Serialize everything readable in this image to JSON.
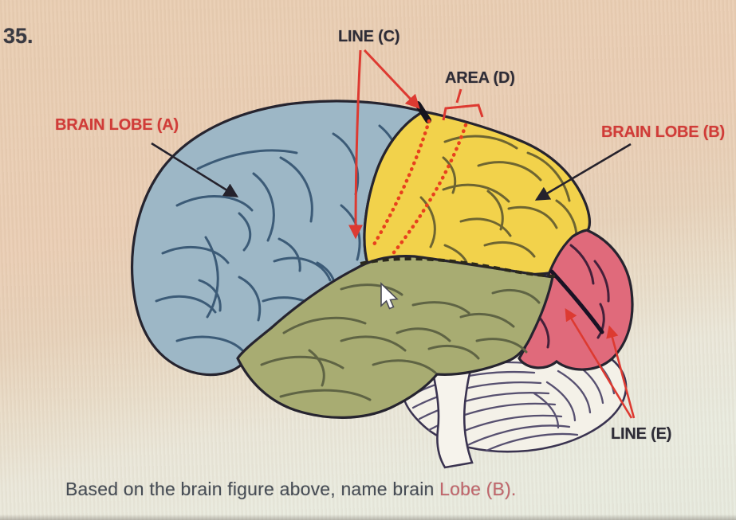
{
  "question": {
    "number": "35.",
    "text_prefix": "Based on the brain figure above, name brain ",
    "text_highlight": "Lobe (B)."
  },
  "figure": {
    "labels": {
      "line_c": "LINE (C)",
      "area_d": "AREA (D)",
      "brain_lobe_a": "BRAIN LOBE (A)",
      "brain_lobe_b": "BRAIN LOBE (B)",
      "line_e": "LINE (E)"
    },
    "colors": {
      "frontal_lobe": "#9db7c6",
      "parietal_lobe": "#f2d24b",
      "temporal_lobe": "#a8ac72",
      "occipital_lobe": "#e06a7b",
      "cerebellum": "#f4f1e8",
      "brainstem": "#f6f3ec",
      "brain_outline": "#26242f",
      "red_label": "#d03c38",
      "dark_label": "#2e2c36",
      "red_arrow": "#dd3a31",
      "red_dotted": "#e8411d",
      "body_text": "#474d55",
      "highlight_text": "#c2666b"
    }
  }
}
